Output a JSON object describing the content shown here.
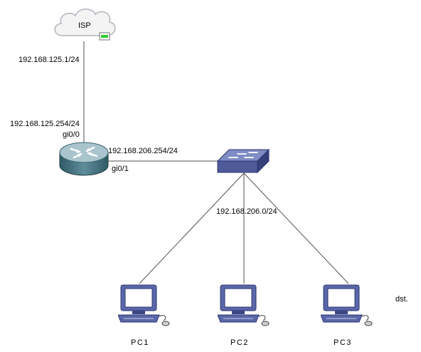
{
  "diagram": {
    "nodes": {
      "isp": {
        "label": "ISP",
        "icon": "cloud-icon"
      },
      "router": {
        "icon": "router-icon"
      },
      "switch": {
        "icon": "switch-icon"
      },
      "pc1": {
        "label": "PC1",
        "icon": "desktop-pc-icon"
      },
      "pc2": {
        "label": "PC2",
        "icon": "desktop-pc-icon"
      },
      "pc3": {
        "label": "PC3",
        "icon": "desktop-pc-icon"
      }
    },
    "labels": {
      "isp_ip": "192.168.125.1/24",
      "router_wan_ip": "192.168.125.254/24",
      "router_wan_iface": "gi0/0",
      "router_lan_ip": "192.168.206.254/24",
      "router_lan_iface": "gi0/1",
      "lan_subnet": "192.168.206.0/24",
      "note": "dst."
    },
    "colors": {
      "cloud_fill": "#f4f4f4",
      "cloud_stroke": "#b0b4bc",
      "router_body": "#4f7d8a",
      "router_top": "#9fbcc4",
      "switch_body": "#4e5a9a",
      "switch_top": "#7f8cc4",
      "pc_body": "#5a67a8",
      "pc_screen": "#ffffff",
      "link": "#505050",
      "status_led": "#2ecc2e"
    }
  }
}
